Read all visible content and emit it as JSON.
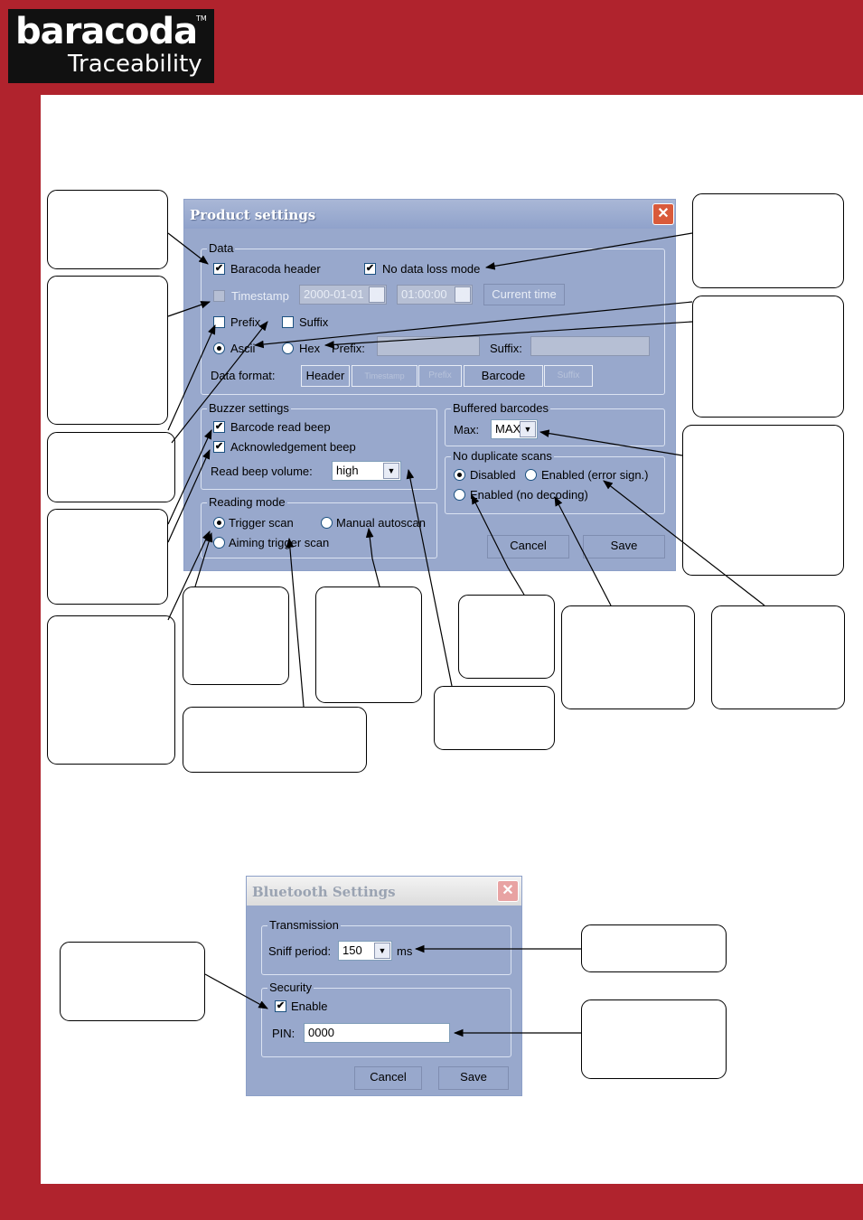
{
  "logo": {
    "line1": "baracoda",
    "tm": "TM",
    "line2": "Traceability"
  },
  "product_settings": {
    "title": "Product settings",
    "data": {
      "legend": "Data",
      "baracoda_header": {
        "label": "Baracoda header",
        "checked": true
      },
      "no_data_loss": {
        "label": "No data loss mode",
        "checked": true
      },
      "timestamp": {
        "label": "Timestamp",
        "date": "2000-01-01",
        "time": "01:00:00",
        "current_time": "Current time"
      },
      "prefix": {
        "label": "Prefix"
      },
      "suffix": {
        "label": "Suffix"
      },
      "ascii": {
        "label": "Ascii"
      },
      "hex": {
        "label": "Hex"
      },
      "prefix_field_label": "Prefix:",
      "suffix_field_label": "Suffix:",
      "data_format_label": "Data format:",
      "format_segments": [
        "Header",
        "Timestamp",
        "Prefix",
        "Barcode",
        "Suffix"
      ]
    },
    "buzzer": {
      "legend": "Buzzer settings",
      "read_beep": "Barcode read beep",
      "ack_beep": "Acknowledgement beep",
      "volume_label": "Read beep volume:",
      "volume_value": "high"
    },
    "reading": {
      "legend": "Reading mode",
      "trigger": "Trigger scan",
      "manual": "Manual autoscan",
      "aiming": "Aiming trigger scan"
    },
    "buffered": {
      "legend": "Buffered barcodes",
      "max_label": "Max:",
      "max_value": "MAX"
    },
    "nodup": {
      "legend": "No duplicate scans",
      "disabled": "Disabled",
      "enabled_error": "Enabled (error sign.)",
      "enabled_nodecode": "Enabled (no decoding)"
    },
    "cancel": "Cancel",
    "save": "Save"
  },
  "bluetooth_settings": {
    "title": "Bluetooth Settings",
    "transmission_legend": "Transmission",
    "sniff_label": "Sniff period:",
    "sniff_value": "150",
    "sniff_unit": "ms",
    "security_legend": "Security",
    "enable_label": "Enable",
    "pin_label": "PIN:",
    "pin_value": "0000",
    "cancel": "Cancel",
    "save": "Save"
  },
  "colors": {
    "frame": "#b0232d",
    "dialog_bg": "#98a8cc",
    "close": "#d95a3b"
  }
}
